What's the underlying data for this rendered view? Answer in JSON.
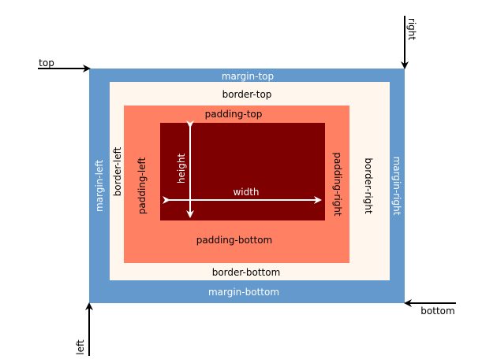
{
  "colors": {
    "margin": "#6399CC",
    "border": "#FFF6EE",
    "padding": "#FF8062",
    "content": "#7F0000",
    "margin_text": "#FFFFFF",
    "dark_text": "#000000",
    "content_text": "#FFFFFF",
    "arrow": "#000000",
    "content_arrow": "#FFFFFF"
  },
  "labels": {
    "margin_top": "margin-top",
    "margin_bottom": "margin-bottom",
    "margin_left": "margin-left",
    "margin_right": "margin-right",
    "border_top": "border-top",
    "border_bottom": "border-bottom",
    "border_left": "border-left",
    "border_right": "border-right",
    "padding_top": "padding-top",
    "padding_bottom": "padding-bottom",
    "padding_left": "padding-left",
    "padding_right": "padding-right",
    "width": "width",
    "height": "height",
    "top": "top",
    "right": "right",
    "bottom": "bottom",
    "left": "left"
  }
}
